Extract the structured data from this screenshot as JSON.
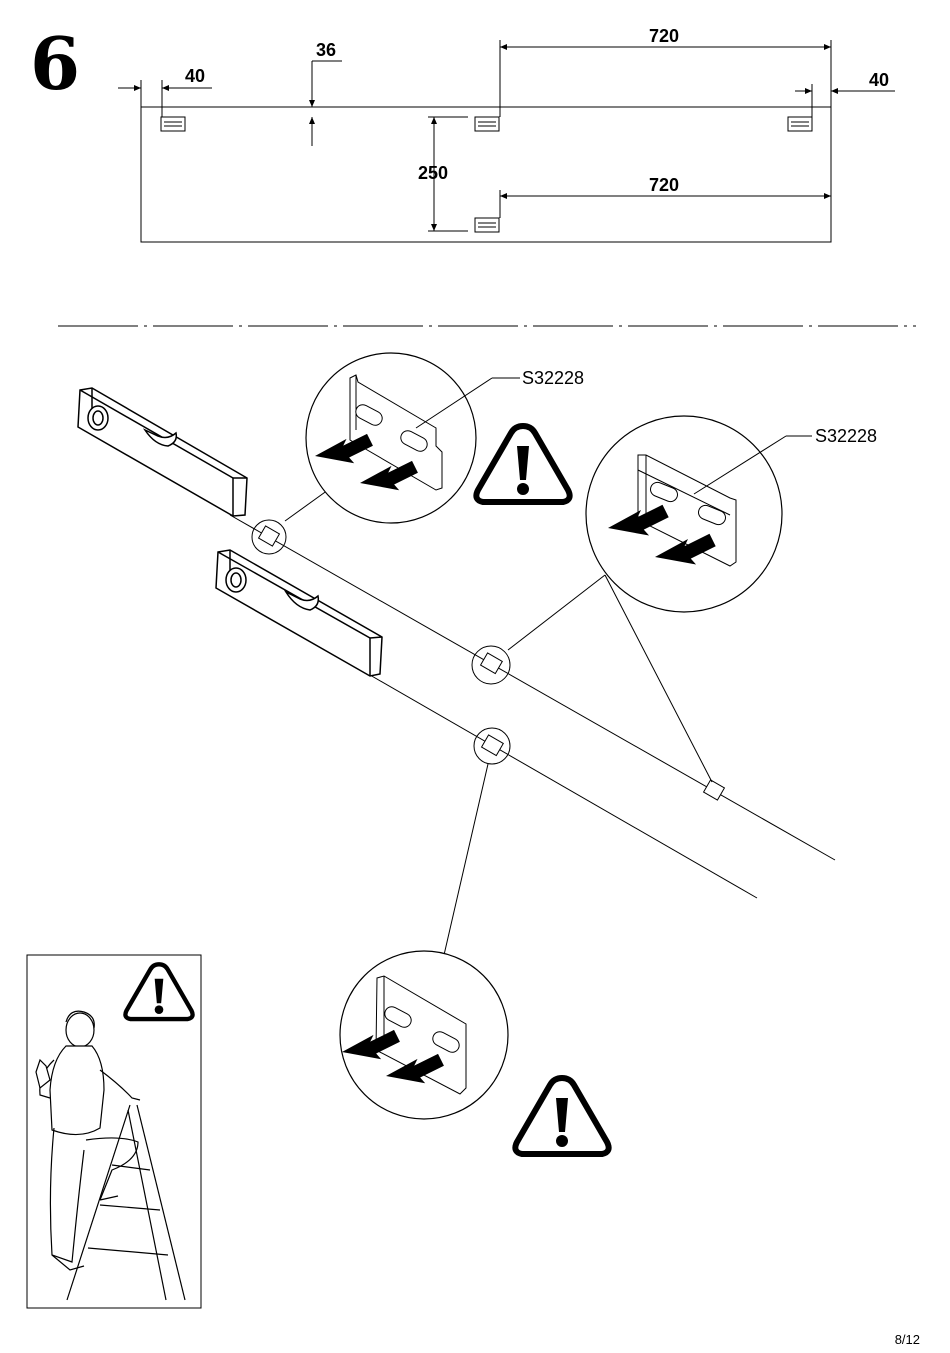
{
  "step": {
    "number": "6"
  },
  "dimensions": {
    "left_offset": "40",
    "top_offset": "36",
    "top_span": "720",
    "right_offset": "40",
    "vertical_gap": "250",
    "bottom_span": "720"
  },
  "parts": {
    "bracket_code_1": "S32228",
    "bracket_code_2": "S32228"
  },
  "footer": {
    "page": "8/12"
  }
}
